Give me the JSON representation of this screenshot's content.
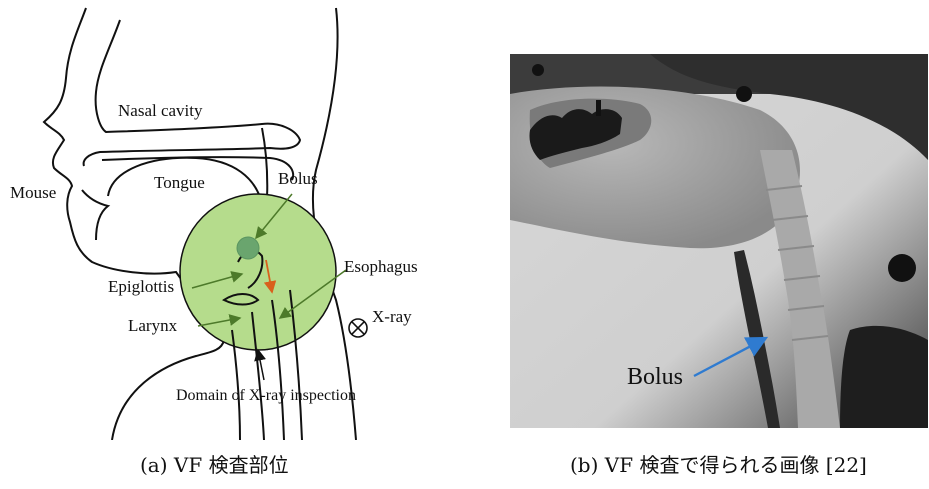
{
  "panel_a": {
    "labels": {
      "nasal_cavity": "Nasal cavity",
      "tongue": "Tongue",
      "mouse": "Mouse",
      "bolus": "Bolus",
      "esophagus": "Esophagus",
      "epiglottis": "Epiglottis",
      "larynx": "Larynx",
      "xray": "X-ray",
      "domain": "Domain of X-ray inspection"
    },
    "caption": "(a) VF 検査部位",
    "colors": {
      "inspection_circle": "#b5dc8c",
      "bolus_dot": "#6aa56e",
      "arrow": "#4d7a2a",
      "flow_arrow": "#d9601c"
    }
  },
  "panel_b": {
    "bolus_label": "Bolus",
    "caption": "(b) VF 検査で得られる画像 [22]",
    "colors": {
      "pointer_arrow": "#2f7bd0"
    }
  }
}
